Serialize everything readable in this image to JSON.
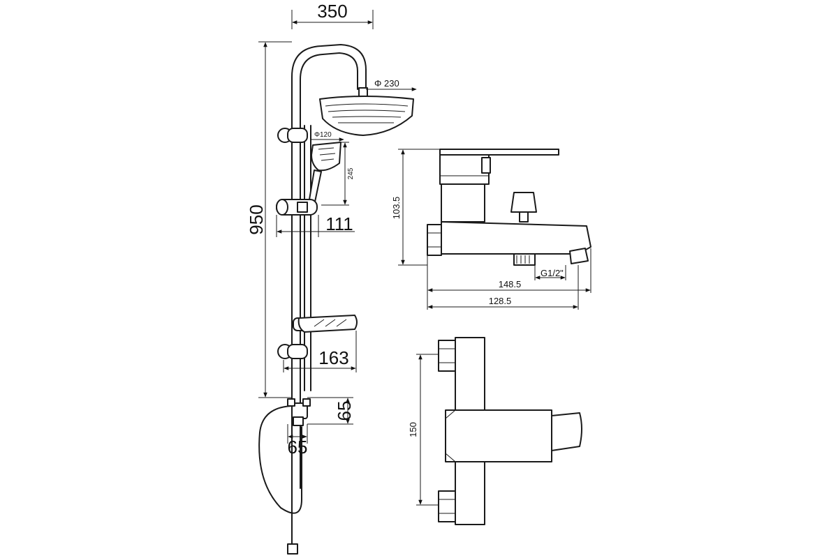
{
  "shower_set": {
    "dim_width": "350",
    "dim_height": "950",
    "dim_head_diameter": "Φ 230",
    "dim_hand_diameter": "Φ120",
    "dim_hand_length": "245",
    "dim_holder_offset": "111",
    "dim_dish_offset": "163",
    "dim_diverter_height": "65",
    "dim_diverter_width": "65"
  },
  "faucet_side": {
    "dim_height": "103.5",
    "dim_thread": "G1/2\"",
    "dim_length_1": "148.5",
    "dim_length_2": "128.5"
  },
  "faucet_front": {
    "dim_height": "150"
  }
}
